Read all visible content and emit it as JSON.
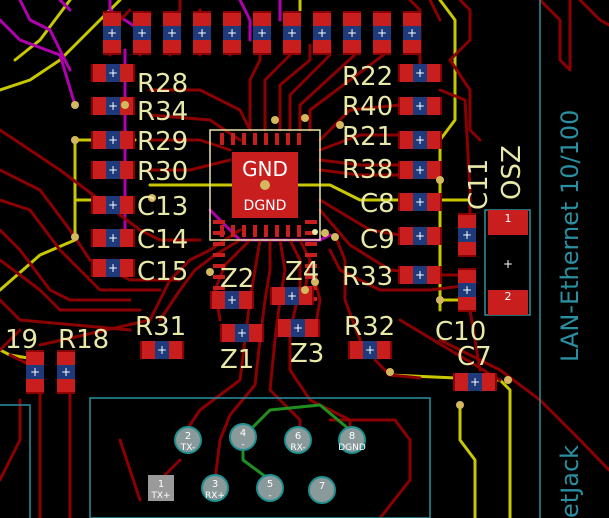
{
  "board": {
    "title": "LAN-Ethernet 10/100",
    "connector_label": "etJack",
    "colors": {
      "background": "#000000",
      "copper_front": "#8b0000",
      "copper_back": "#c8c800",
      "track_inner": "#b000b0",
      "track_green": "#1f8f1f",
      "pad": "#c81e1e",
      "pad_blue": "#1e5aa0",
      "silkscreen": "#e8e8a8",
      "outline": "#2a8fa0"
    }
  },
  "chip": {
    "net_top": "GND",
    "net_bottom": "DGND"
  },
  "designators": {
    "R28": "R28",
    "R34": "R34",
    "R29": "R29",
    "R30": "R30",
    "R22": "R22",
    "R40": "R40",
    "R21": "R21",
    "R38": "R38",
    "C13": "C13",
    "C14": "C14",
    "C15": "C15",
    "C8": "C8",
    "C9": "C9",
    "R33": "R33",
    "C11": "C11",
    "OSZ": "OSZ",
    "C10": "C10",
    "C7": "C7",
    "Z2": "Z2",
    "Z4": "Z4",
    "Z1": "Z1",
    "Z3": "Z3",
    "R31": "R31",
    "R32": "R32",
    "R19": "19",
    "R18": "R18"
  },
  "oscillator": {
    "pin1": "1",
    "pin2": "2"
  },
  "rj45_pins": [
    {
      "num": "1",
      "name": "TX+"
    },
    {
      "num": "2",
      "name": "TX-"
    },
    {
      "num": "3",
      "name": "RX+"
    },
    {
      "num": "4",
      "name": "-"
    },
    {
      "num": "5",
      "name": "-"
    },
    {
      "num": "6",
      "name": "RX-"
    },
    {
      "num": "7",
      "name": ""
    },
    {
      "num": "8",
      "name": "DGND"
    }
  ]
}
